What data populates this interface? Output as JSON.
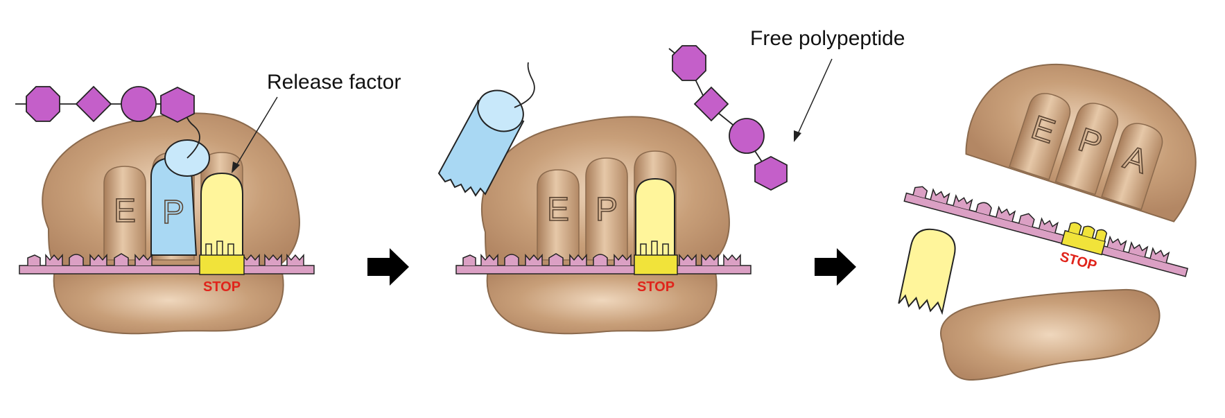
{
  "labels": {
    "release_factor": "Release factor",
    "free_polypeptide": "Free polypeptide"
  },
  "stop_label": "STOP",
  "sites": {
    "panel1": [
      "E",
      "P"
    ],
    "panel2": [
      "E",
      "P"
    ],
    "panel3": [
      "E",
      "P",
      "A"
    ]
  },
  "colors": {
    "ribosome": "#c49a74",
    "ribosome_stroke": "#8b6a4d",
    "mrna": "#dba0c4",
    "trna": "#a9d8f3",
    "release_factor": "#fff59b",
    "amino_acid": "#c45fc9",
    "stop_text": "#e0241b",
    "arrow": "#000000"
  },
  "icons": [
    "process-arrow-icon",
    "octagon-amino-acid-icon",
    "diamond-amino-acid-icon",
    "circle-amino-acid-icon",
    "hexagon-amino-acid-icon"
  ]
}
